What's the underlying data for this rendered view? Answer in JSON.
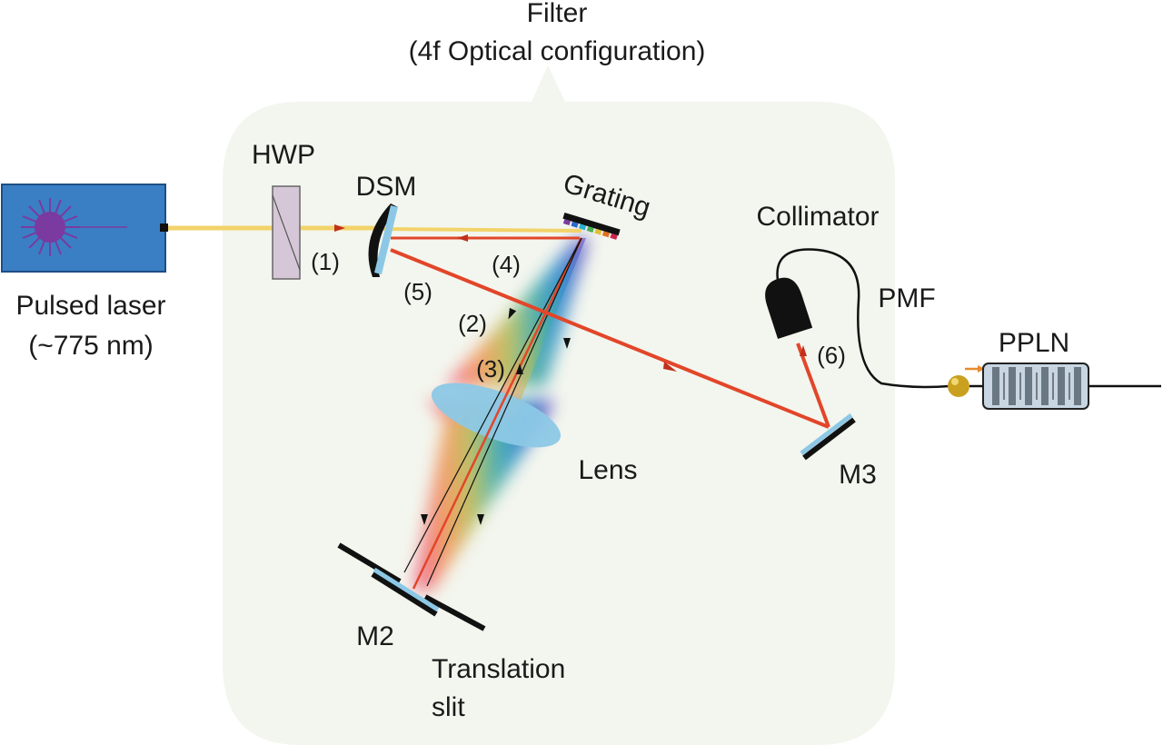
{
  "filter": {
    "title_line1": "Filter",
    "title_line2": "(4f Optical configuration)"
  },
  "laser": {
    "name": "Pulsed laser",
    "wavelength": "(~775 nm)"
  },
  "components": {
    "hwp": "HWP",
    "dsm": "DSM",
    "grating": "Grating",
    "lens": "Lens",
    "m2": "M2",
    "m3": "M3",
    "slit_line1": "Translation",
    "slit_line2": "slit",
    "collimator": "Collimator",
    "pmf": "PMF",
    "ppln": "PPLN"
  },
  "beam_steps": [
    "(1)",
    "(2)",
    "(3)",
    "(4)",
    "(5)",
    "(6)"
  ],
  "colors": {
    "panel": "#f3f6ee",
    "laser_box": "#3a7fc4",
    "laser_star": "#7a3aa0",
    "input_beam": "#f2d36a",
    "filtered_beam": "#e2462a",
    "mirror_face": "#8cc8e6",
    "lens": "#8cc8e6"
  }
}
